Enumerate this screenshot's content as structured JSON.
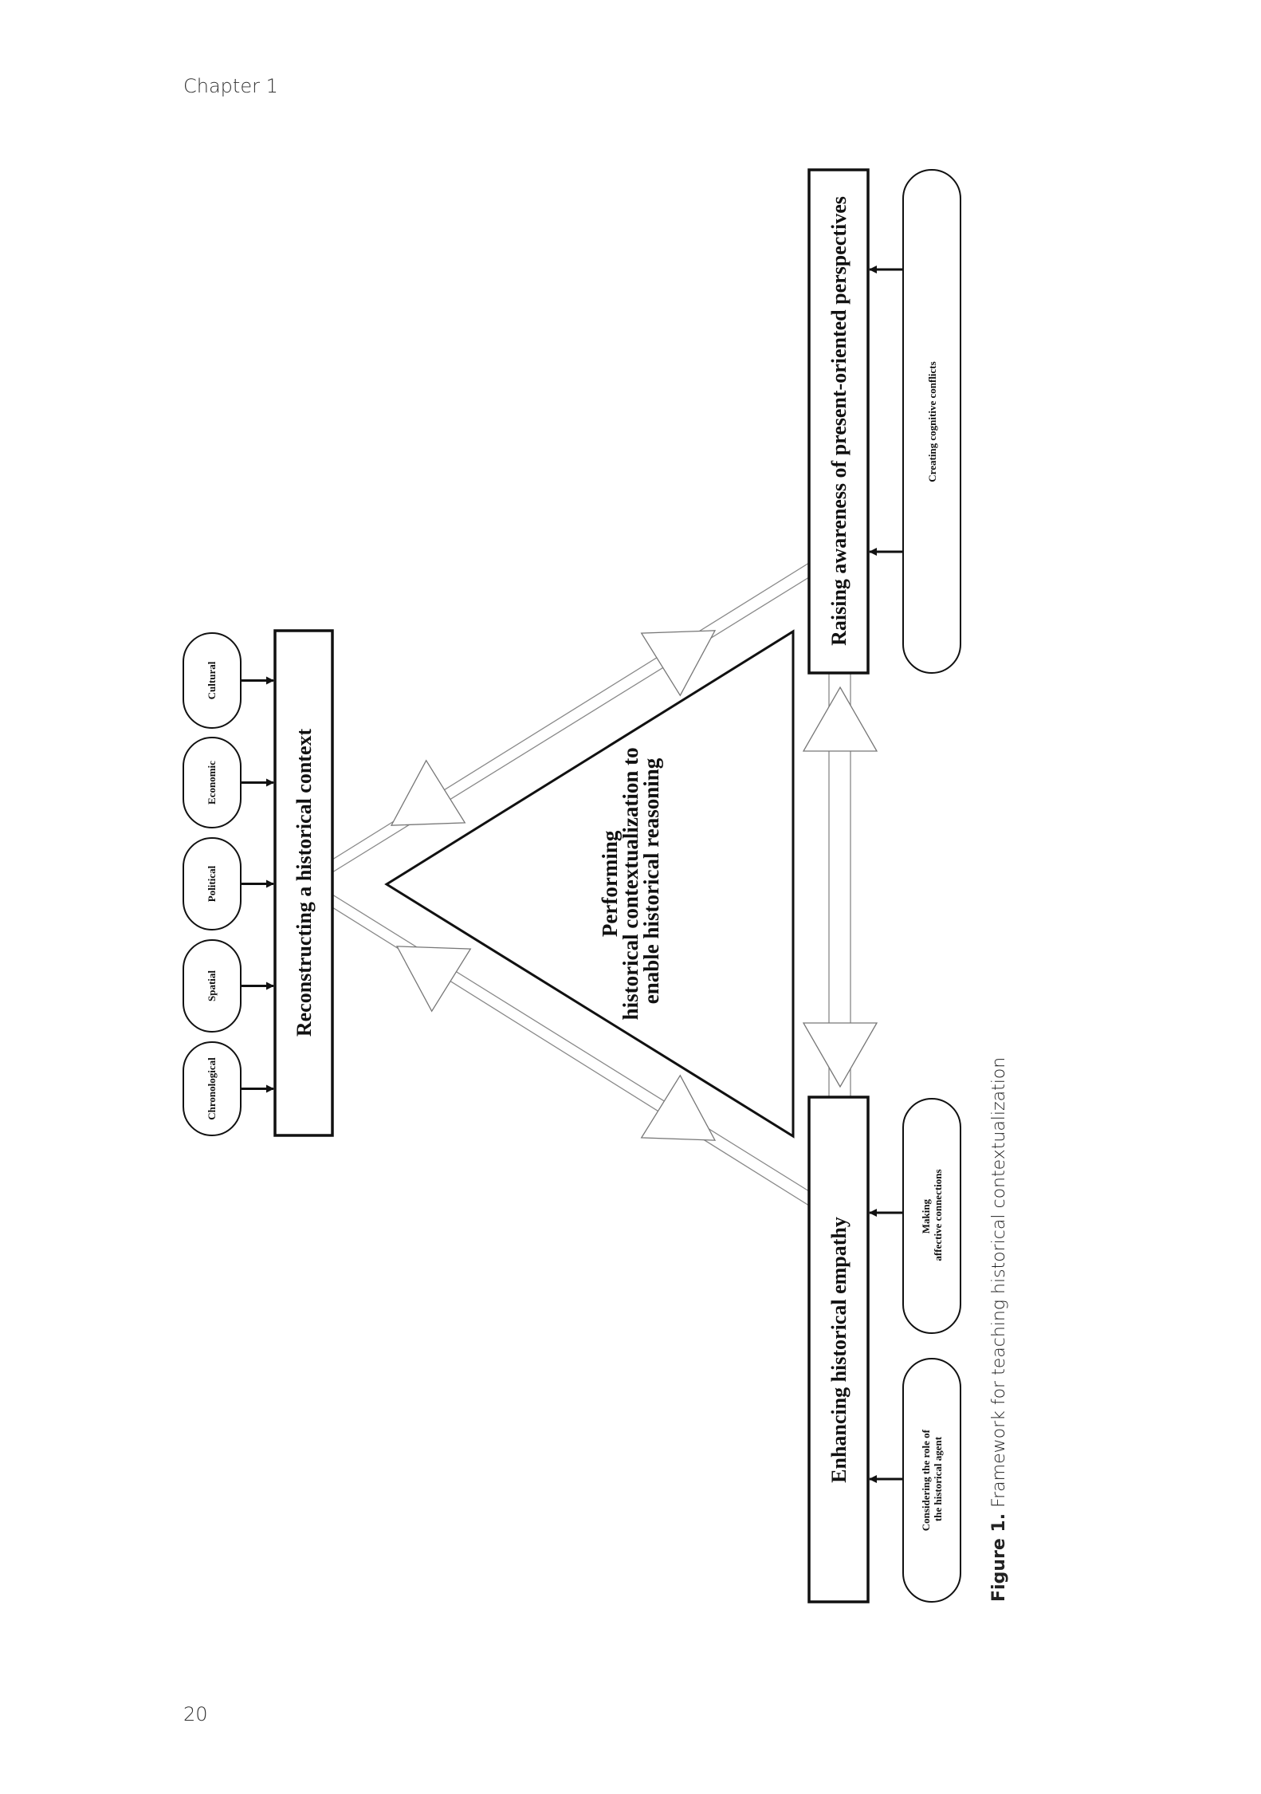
{
  "header": {
    "chapter": "Chapter 1"
  },
  "footer": {
    "page_number": "20"
  },
  "figure": {
    "center": {
      "lines": [
        "Performing",
        "historical contextualization to",
        "enable historical reasoning"
      ]
    },
    "reconstructing": {
      "title": "Reconstructing a historical context",
      "inputs": [
        "Cultural",
        "Economic",
        "Political",
        "Spatial",
        "Chronological"
      ]
    },
    "raising": {
      "title": "Raising awareness of present-oriented perspectives",
      "inputs": [
        "Creating cognitive conflicts"
      ]
    },
    "enhancing": {
      "title": "Enhancing historical empathy",
      "inputs": [
        {
          "lines": [
            "Making",
            "affective connections"
          ]
        },
        {
          "lines": [
            "Considering the role of",
            "the historical agent"
          ]
        }
      ]
    },
    "caption": {
      "label": "Figure 1.",
      "text": " Framework for teaching historical contextualization"
    }
  }
}
